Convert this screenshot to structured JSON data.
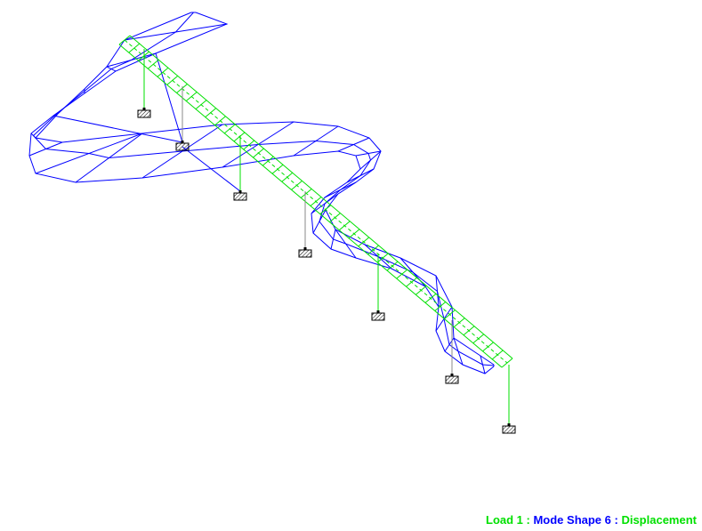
{
  "legend": {
    "load": "Load 1",
    "sep1": " : ",
    "mode": "Mode Shape 6",
    "sep2": " : ",
    "result": "Displacement"
  },
  "colors": {
    "load": "#00e000",
    "mode": "#0000ff",
    "structure": "#00e000",
    "deformed": "#0000ff"
  },
  "supports_count": 7
}
